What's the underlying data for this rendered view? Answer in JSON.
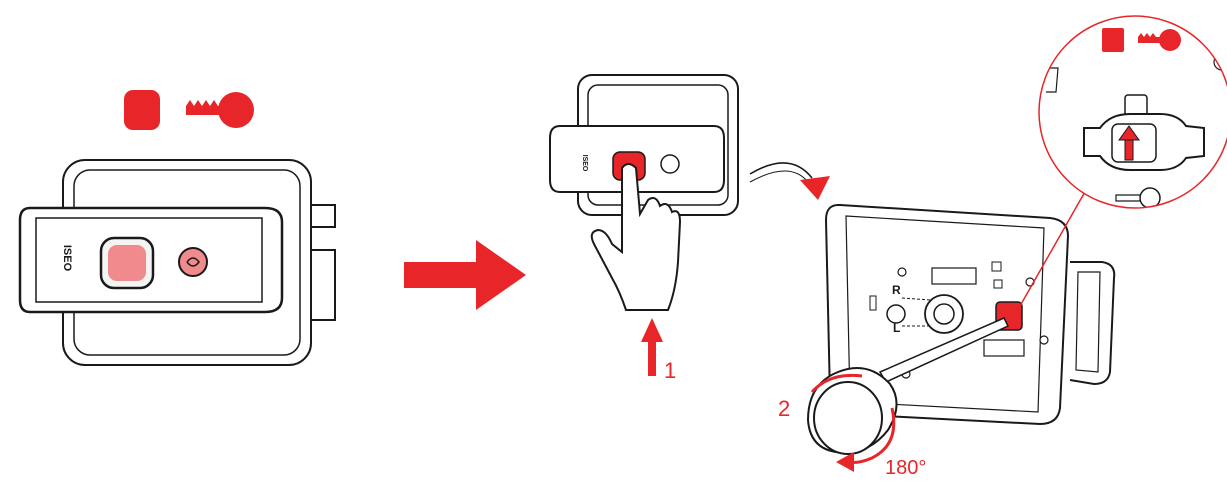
{
  "colors": {
    "accent": "#e8262a",
    "accent_light": "#f08a8c",
    "line": "#1a1a1a",
    "background": "#ffffff"
  },
  "panel_left": {
    "brand": "ISEO",
    "symbols": [
      "button-square-symbol",
      "key-symbol"
    ]
  },
  "panel_middle": {
    "brand": "ISEO",
    "step_number": "1"
  },
  "panel_right": {
    "step_number": "2",
    "rotation_label": "180°",
    "plate_label_r": "R",
    "plate_label_l": "L",
    "detail_symbols": [
      "button-square-symbol",
      "key-symbol",
      "empty-square-symbol",
      "key-outline-symbol"
    ]
  },
  "icons": [
    "arrow-right-icon",
    "arrow-up-icon",
    "rotate-arrow-icon",
    "curved-arrow-icon",
    "screwdriver-icon",
    "hand-icon"
  ]
}
